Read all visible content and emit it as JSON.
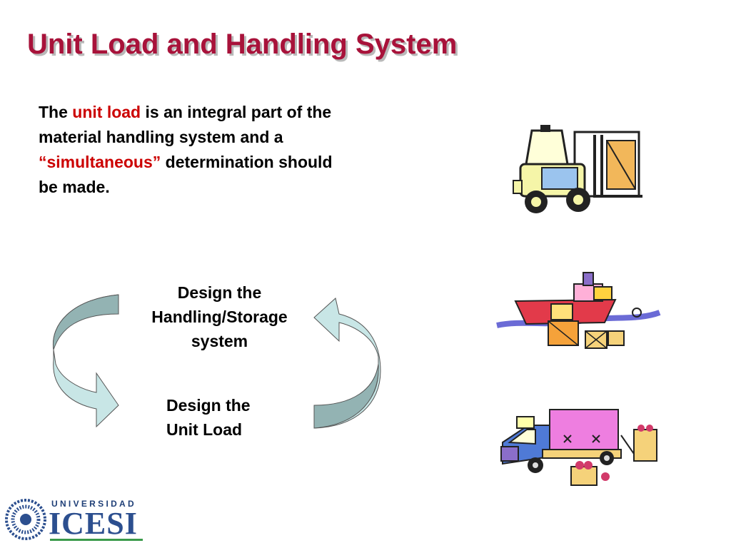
{
  "slide": {
    "title": "Unit Load and Handling System"
  },
  "intro": {
    "prefix": "The ",
    "highlight_1": "unit load",
    "middle": " is an integral part of the material handling system and a ",
    "highlight_2": "“simultaneous”",
    "suffix": " determination should be made."
  },
  "cycle": {
    "top_label": "Design the Handling/Storage system",
    "bottom_label_line1": "Design the",
    "bottom_label_line2": "Unit Load"
  },
  "logo": {
    "top_text": "UNIVERSIDAD",
    "main_text": "ICESI"
  },
  "colors": {
    "title": "#a8123a",
    "highlight": "#cc0000",
    "arrow_fill": "#c8e6e6",
    "arrow_shade": "#93b3b3",
    "logo": "#2c4f8f"
  },
  "icons": [
    "forklift-icon",
    "cargo-ship-icon",
    "delivery-truck-icon",
    "icesi-logo-icon"
  ]
}
